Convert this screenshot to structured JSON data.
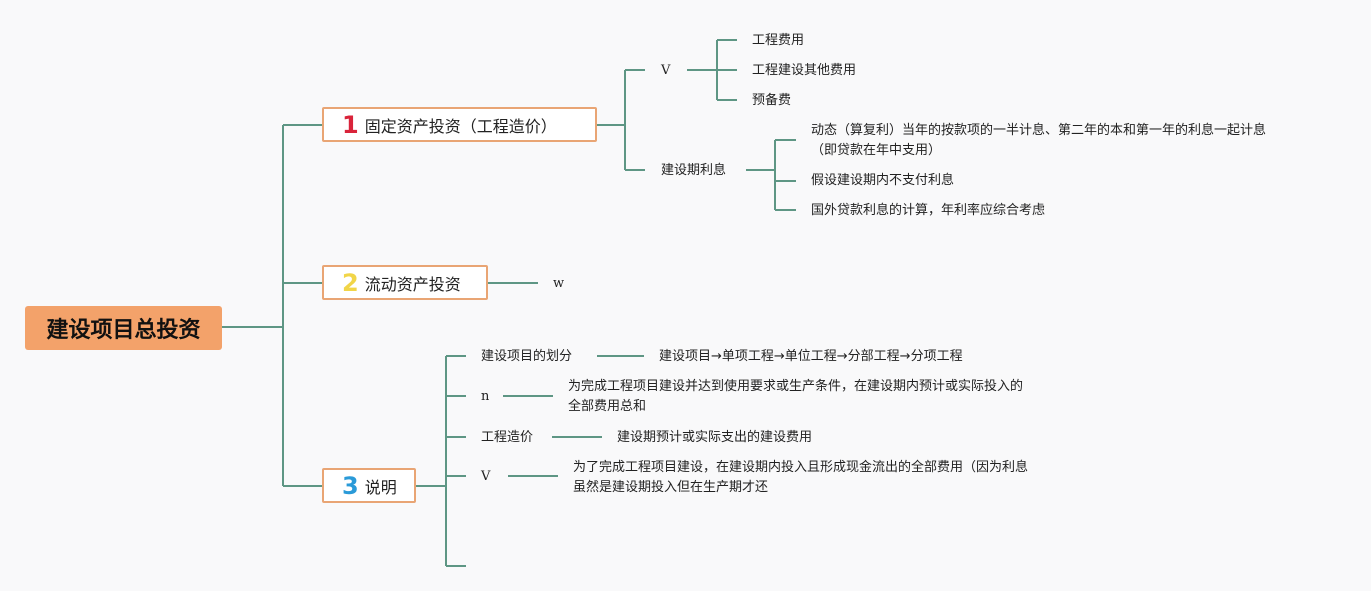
{
  "root": {
    "label": "建设项目总投资",
    "color": "#f3a26a"
  },
  "branches": [
    {
      "number": "1",
      "number_color": "#d9233a",
      "label": "固定资产投资（工程造价）",
      "children": [
        {
          "label": "V",
          "children": [
            {
              "label": "工程费用"
            },
            {
              "label": "工程建设其他费用"
            },
            {
              "label": "预备费"
            }
          ]
        },
        {
          "label": "建设期利息",
          "children": [
            {
              "label_line1": "动态（算复利）当年的按款项的一半计息、第二年的本和第一年的利息一起计息",
              "label_line2": "（即贷款在年中支用）"
            },
            {
              "label": "假设建设期内不支付利息"
            },
            {
              "label": "国外贷款利息的计算，年利率应综合考虑"
            }
          ]
        }
      ]
    },
    {
      "number": "2",
      "number_color": "#f1d548",
      "label": "流动资产投资",
      "children": [
        {
          "label": "w"
        }
      ]
    },
    {
      "number": "3",
      "number_color": "#2a9ad8",
      "label": "说明",
      "children": [
        {
          "label": "建设项目的划分",
          "detail": "建设项目→单项工程→单位工程→分部工程→分项工程"
        },
        {
          "label": "n",
          "detail_line1": "为完成工程项目建设并达到使用要求或生产条件，在建设期内预计或实际投入的",
          "detail_line2": "全部费用总和"
        },
        {
          "label": "工程造价",
          "detail": "建设期预计或实际支出的建设费用"
        },
        {
          "label": "V",
          "detail_line1": "为了完成工程项目建设，在建设期内投入且形成现金流出的全部费用（因为利息",
          "detail_line2": "虽然是建设期投入但在生产期才还"
        },
        {
          "label": ""
        }
      ]
    }
  ],
  "colors": {
    "connector": "#5e9684",
    "branch_border": "#e9a574",
    "background": "#f9f9fa"
  }
}
